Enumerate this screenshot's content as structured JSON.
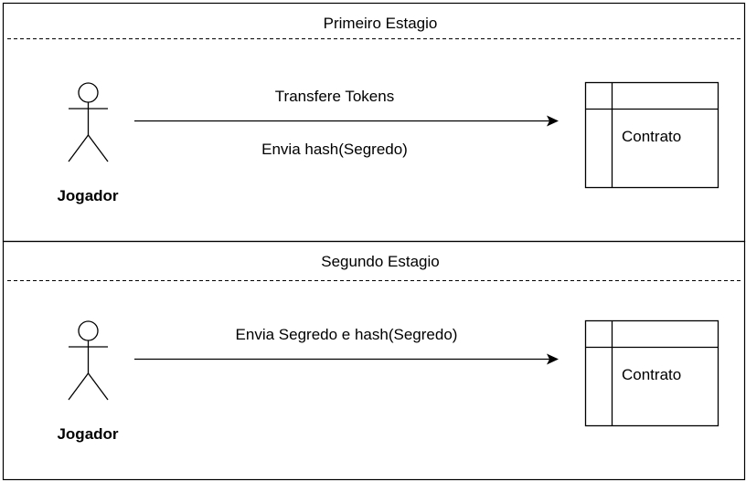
{
  "stage1": {
    "title": "Primeiro Estagio",
    "actor_label": "Jogador",
    "message_top": "Transfere Tokens",
    "message_bottom": "Envia hash(Segredo)",
    "contract_label": "Contrato"
  },
  "stage2": {
    "title": "Segundo Estagio",
    "actor_label": "Jogador",
    "message_top": "Envia Segredo e hash(Segredo)",
    "contract_label": "Contrato"
  },
  "colors": {
    "stroke": "#000000",
    "background": "#ffffff"
  }
}
